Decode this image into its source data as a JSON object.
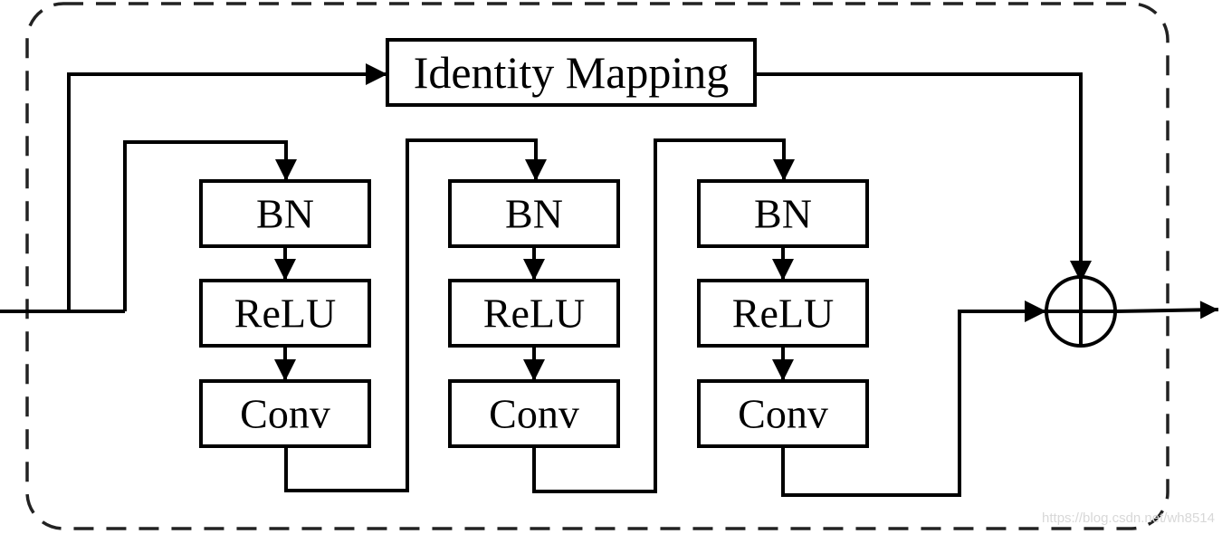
{
  "diagram": {
    "identity_label": "Identity Mapping",
    "units": [
      {
        "bn": "BN",
        "relu": "ReLU",
        "conv": "Conv"
      },
      {
        "bn": "BN",
        "relu": "ReLU",
        "conv": "Conv"
      },
      {
        "bn": "BN",
        "relu": "ReLU",
        "conv": "Conv"
      }
    ],
    "sum_symbol": "⊕",
    "watermark": "https://blog.csdn.net/wh8514"
  }
}
